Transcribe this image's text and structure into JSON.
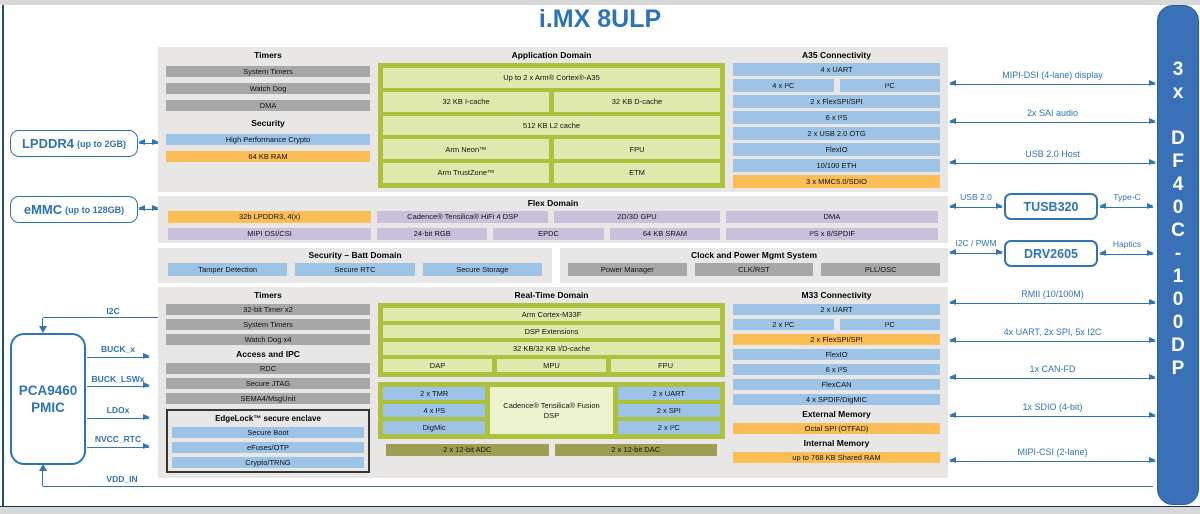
{
  "title": "i.MX 8ULP",
  "colors": {
    "accent_blue": "#2E74B5",
    "line_blue": "#2E75B6",
    "bar_blue": "#3A70B8",
    "panel_gray": "#E8E7E6",
    "box_gray": "#A7A7A7",
    "box_blue": "#9DC3E6",
    "box_orange": "#FBBD55",
    "box_purple": "#CBC0DC",
    "green_border": "#ADC13F",
    "green_light": "#DFE9AE",
    "fusion_green": "#EDF2CF",
    "box_olive": "#9E9D52"
  },
  "left": {
    "lpddr4_name": "LPDDR4",
    "lpddr4_note": "(up to 2GB)",
    "emmc_name": "eMMC",
    "emmc_note": "(up to 128GB)",
    "pmic_name": "PCA9460",
    "pmic_type": "PMIC",
    "sig_i2c": "I2C",
    "sig_buck": "BUCK_x",
    "sig_buck_lsw": "BUCK_LSWx",
    "sig_ldo": "LDOx",
    "sig_nvcc": "NVCC_RTC",
    "sig_vdd": "VDD_IN"
  },
  "apd": {
    "timers_header": "Timers",
    "timers": [
      "System Timers",
      "Watch Dog",
      "DMA"
    ],
    "security_header": "Security",
    "crypto": "High Performance Crypto",
    "ram": "64 KB RAM",
    "domain_header": "Application Domain",
    "cpu": "Up to 2 x Arm® Cortex®-A35",
    "icache": "32 KB I-cache",
    "dcache": "32 KB D-cache",
    "l2cache": "512 KB L2 cache",
    "neon": "Arm Neon™",
    "fpu": "FPU",
    "trustzone": "Arm TrustZone™",
    "etm": "ETM",
    "conn_header": "A35 Connectivity",
    "uart": "4 x UART",
    "i2c_a": "4 x I²C",
    "i2c_b": "I³C",
    "flexspi": "2 x FlexSPI/SPI",
    "i2s": "6 x I²S",
    "usb": "2 x USB 2.0 OTG",
    "flexio": "FlexIO",
    "eth": "10/100 ETH",
    "mmc": "3 x MMC5.0/SDIO"
  },
  "flex_domain": {
    "header": "Flex Domain",
    "lpddr3": "32b LPDDR3, 4(x)",
    "hifi": "Cadence® Tensilica® HiFi 4 DSP",
    "gpu": "2D/3D GPU",
    "dma": "DMA",
    "mipi": "MIPI DSI/CSI",
    "rgb": "24-bit RGB",
    "epdc": "EPDC",
    "sram": "64 KB SRAM",
    "i2s_spdif": "I²S x 8/SPDIF"
  },
  "sec_batt": {
    "header": "Security – Batt Domain",
    "items": [
      "Tamper Detection",
      "Secure RTC",
      "Secure Storage"
    ]
  },
  "clk_pwr": {
    "header": "Clock and Power Mgmt System",
    "items": [
      "Power Manager",
      "CLK/RST",
      "PLL/OSC"
    ]
  },
  "rtd": {
    "timers_header": "Timers",
    "timers": [
      "32-bit Timer x2",
      "System Timers",
      "Watch Dog x4"
    ],
    "access_header": "Access and IPC",
    "access": [
      "RDC",
      "Secure JTAG",
      "SEMA4/MsgUnit"
    ],
    "edgelock_header": "EdgeLock™ secure enclave",
    "edgelock": [
      "Secure Boot",
      "eFuses/OTP",
      "Crypto/TRNG"
    ],
    "domain_header": "Real-Time Domain",
    "cpu": "Arm Cortex-M33F",
    "dsp_ext": "DSP Extensions",
    "cache": "32 KB/32 KB I/D-cache",
    "dap": "DAP",
    "mpu": "MPU",
    "fpu": "FPU",
    "fusion_left": [
      "2 x TMR",
      "4 x I²S",
      "DigMic"
    ],
    "fusion_dsp": "Cadence® Tensilica® Fusion DSP",
    "fusion_right": [
      "2 x UART",
      "2 x SPI",
      "2 x I²C"
    ],
    "adc": "2 x 12-bit ADC",
    "dac": "2 x 12-bit DAC",
    "conn_header": "M33 Connectivity",
    "uart": "2 x UART",
    "i2c_a": "2 x I²C",
    "i2c_b": "I³C",
    "flexspi": "2 x FlexSPI/SPI",
    "flexio": "FlexIO",
    "i2s": "6 x I²S",
    "flexcan": "FlexCAN",
    "spdif": "4 x SPDIF/DigMIC",
    "ext_mem_header": "External Memory",
    "octal": "Octal SPI (OTFAD)",
    "int_mem_header": "Internal Memory",
    "shared_ram": "up to 768 KB Shared RAM"
  },
  "right": {
    "mipi_dsi": "MIPI-DSI (4-lane) display",
    "sai": "2x SAI audio",
    "usb_host": "USB 2.0 Host",
    "usb2": "USB 2.0",
    "tusb320": "TUSB320",
    "type_c": "Type-C",
    "i2c_pwm": "I2C / PWM",
    "drv2605": "DRV2605",
    "haptics": "Haptics",
    "rmii": "RMII (10/100M)",
    "uart_spi_i2c": "4x UART, 2x SPI, 5x I2C",
    "canfd": "1x CAN-FD",
    "sdio": "1x SDIO (4-bit)",
    "mipi_csi": "MIPI-CSI (2-lane)",
    "connector_text": "3\nx\n\nD\nF\n4\n0\nC\n-\n1\n0\n0\nD\nP"
  }
}
